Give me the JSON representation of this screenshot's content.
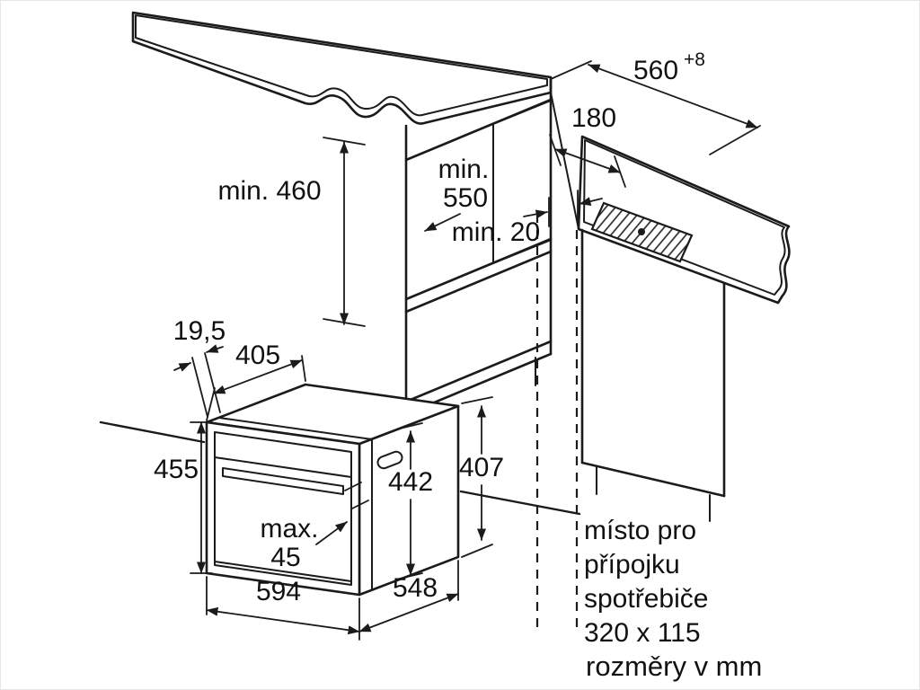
{
  "colors": {
    "surface_fill": "#ebebeb",
    "line": "#1b1b1b"
  },
  "dimensions": {
    "niche_width": "560",
    "niche_width_tolerance": "+8",
    "connection_offset": "180",
    "niche_depth_prefix": "min.",
    "niche_depth_value": "550",
    "niche_height": "min. 460",
    "rear_gap": "min. 20",
    "front_frame_depth": "19,5",
    "top_depth": "405",
    "front_height": "455",
    "body_height": "442",
    "side_height": "407",
    "handle_prefix": "max.",
    "handle_value": "45",
    "oven_width": "594",
    "oven_depth": "548"
  },
  "connection_note": {
    "line1": "místo pro",
    "line2": "přípojku",
    "line3": "spotřebiče",
    "line4": "320 x 115"
  },
  "footer": {
    "units_note": "rozměry v mm"
  }
}
